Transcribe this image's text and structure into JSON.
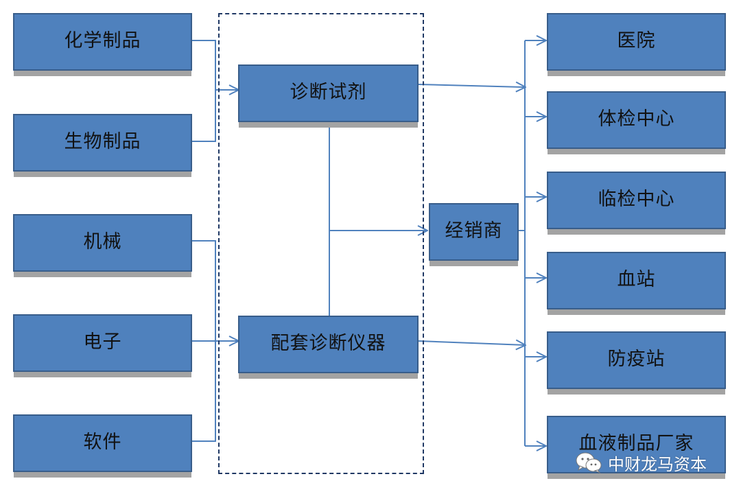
{
  "sources": [
    "化学制品",
    "生物制品",
    "机械",
    "电子",
    "软件"
  ],
  "products": {
    "reagent": "诊断试剂",
    "instrument": "配套诊断仪器"
  },
  "distributor": "经销商",
  "customers": [
    "医院",
    "体检中心",
    "临检中心",
    "血站",
    "防疫站",
    "血液制品厂家"
  ],
  "watermark": {
    "icon": "wechat-icon",
    "text": "中财龙马资本"
  },
  "colors": {
    "box_fill": "#4f81bd",
    "box_border": "#385d8a",
    "arrow": "#4f81bd",
    "frame": "#1f3864"
  }
}
